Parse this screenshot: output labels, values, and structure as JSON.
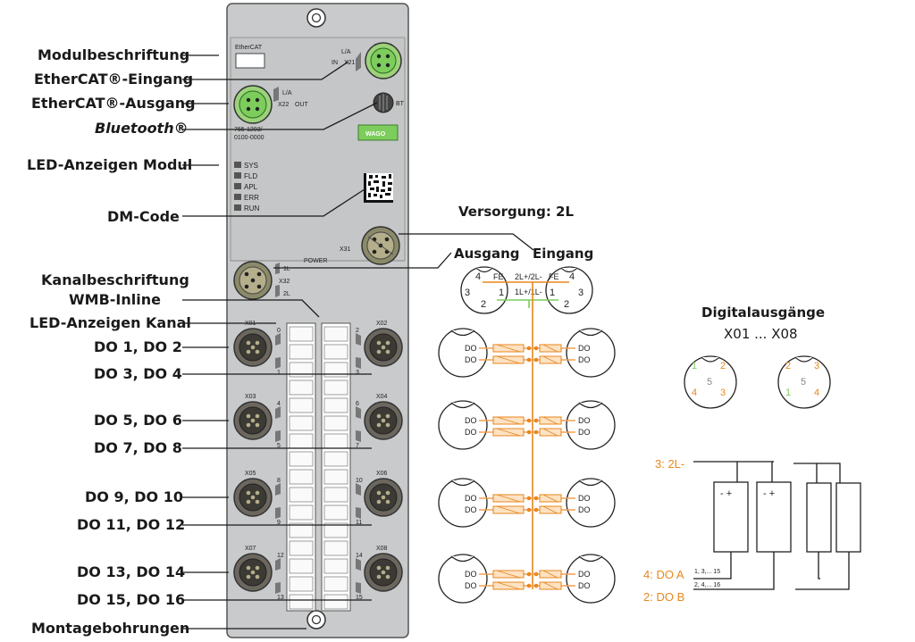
{
  "callouts": {
    "module_label": "Modulbeschriftung",
    "ethercat_in": "EtherCAT®-Eingang",
    "ethercat_out": "EtherCAT®-Ausgang",
    "bluetooth": "Bluetooth®",
    "led_module": "LED-Anzeigen Modul",
    "dm_code": "DM-Code",
    "channel_label_1": "Kanalbeschriftung",
    "channel_label_2": "WMB-Inline",
    "led_channel": "LED-Anzeigen Kanal",
    "do_pairs": [
      "DO 1, DO 2",
      "DO 3, DO 4",
      "DO 5, DO 6",
      "DO 7, DO 8",
      "DO 9, DO 10",
      "DO 11, DO 12",
      "DO 13, DO 14",
      "DO 15, DO 16"
    ],
    "mounting": "Montagebohrungen"
  },
  "module": {
    "brand": "EtherCAT",
    "la": "L/A",
    "in": "IN",
    "x21": "X21",
    "x22": "X22",
    "out": "OUT",
    "bt": "BT",
    "part_no_1": "765-1203/",
    "part_no_2": "0100-0000",
    "wago": "WAGO",
    "leds": [
      "SYS",
      "FLD",
      "APL",
      "ERR",
      "RUN"
    ],
    "x31": "X31",
    "power": "POWER",
    "x32": "X32",
    "l1": "1L",
    "l2": "2L",
    "ports_left": [
      "X01",
      "X03",
      "X05",
      "X07"
    ],
    "ports_right": [
      "X02",
      "X04",
      "X06",
      "X08"
    ],
    "ch_left": [
      "0",
      "1",
      "4",
      "5",
      "8",
      "9",
      "12",
      "13"
    ],
    "ch_right": [
      "2",
      "3",
      "6",
      "7",
      "10",
      "11",
      "14",
      "15"
    ]
  },
  "supply": {
    "title": "Versorgung: 2L",
    "out_label": "Ausgang",
    "in_label": "Eingang",
    "fe": "FE",
    "top_bus": "2L+/2L-",
    "mid_bus": "1L+/1L-",
    "pins_left": [
      "4",
      "3",
      "1",
      "2"
    ],
    "pins_right": [
      "4",
      "3",
      "1",
      "2"
    ],
    "do": "DO"
  },
  "outputs": {
    "title": "Digitalausgänge",
    "subtitle": "X01 ... X08",
    "left_pins": [
      "1",
      "2",
      "5",
      "4",
      "3"
    ],
    "right_pins": [
      "2",
      "3",
      "5",
      "1",
      "4"
    ],
    "pin3": "3: 2L-",
    "pin4": "4: DO A",
    "pin2": "2: DO B",
    "seq_a": "1, 3,... 15",
    "seq_b": "2, 4,... 16",
    "sign": "- +"
  }
}
